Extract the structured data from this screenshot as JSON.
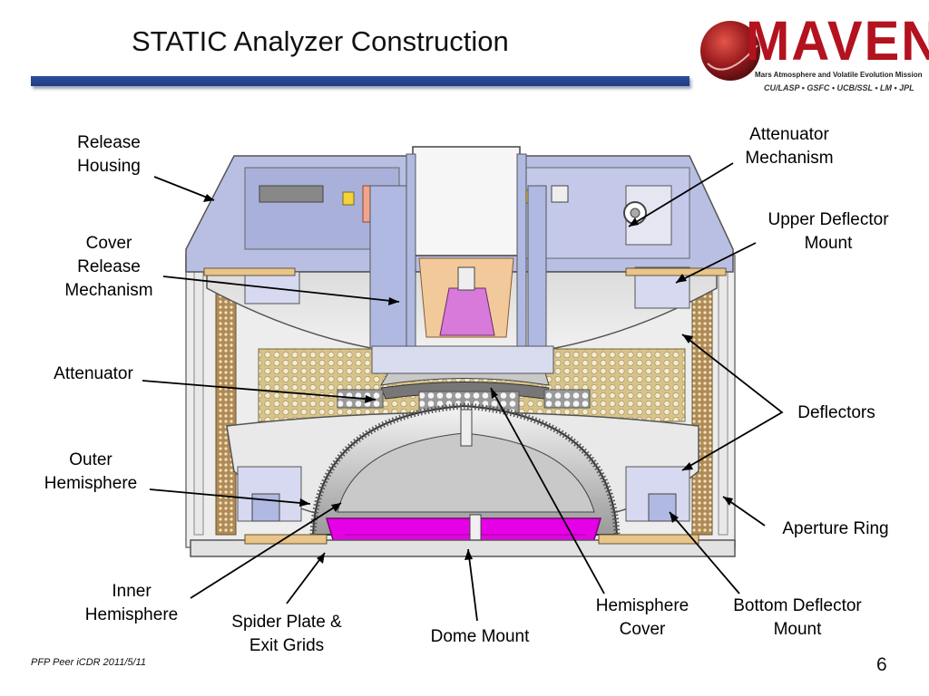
{
  "slide": {
    "title": "STATIC Analyzer Construction",
    "footer": "PFP Peer iCDR 2011/5/11",
    "page_number": "6"
  },
  "logo": {
    "name": "MAVEN",
    "subtitle": "Mars Atmosphere and Volatile Evolution Mission",
    "partners": "CU/LASP • GSFC • UCB/SSL • LM • JPL",
    "color": "#b3121f"
  },
  "labels": {
    "release_housing": [
      "Release",
      "Housing"
    ],
    "cover_release_mechanism": [
      "Cover",
      "Release",
      "Mechanism"
    ],
    "attenuator": [
      "Attenuator"
    ],
    "outer_hemisphere": [
      "Outer",
      "Hemisphere"
    ],
    "inner_hemisphere": [
      "Inner",
      "Hemisphere"
    ],
    "spider_plate": [
      "Spider Plate &",
      "Exit Grids"
    ],
    "dome_mount": [
      "Dome Mount"
    ],
    "hemisphere_cover": [
      "Hemisphere",
      "Cover"
    ],
    "bottom_deflector_mount": [
      "Bottom Deflector",
      "Mount"
    ],
    "aperture_ring": [
      "Aperture Ring"
    ],
    "deflectors": [
      "Deflectors"
    ],
    "upper_deflector_mount": [
      "Upper Deflector",
      "Mount"
    ],
    "attenuator_mechanism": [
      "Attenuator",
      "Mechanism"
    ]
  },
  "colors": {
    "title_bar": "#2e4e9a",
    "housing": "#b8bfe3",
    "dome_mount": "#e600e6",
    "honeycomb": "#d8c48a",
    "mesh": "#b08a55"
  }
}
